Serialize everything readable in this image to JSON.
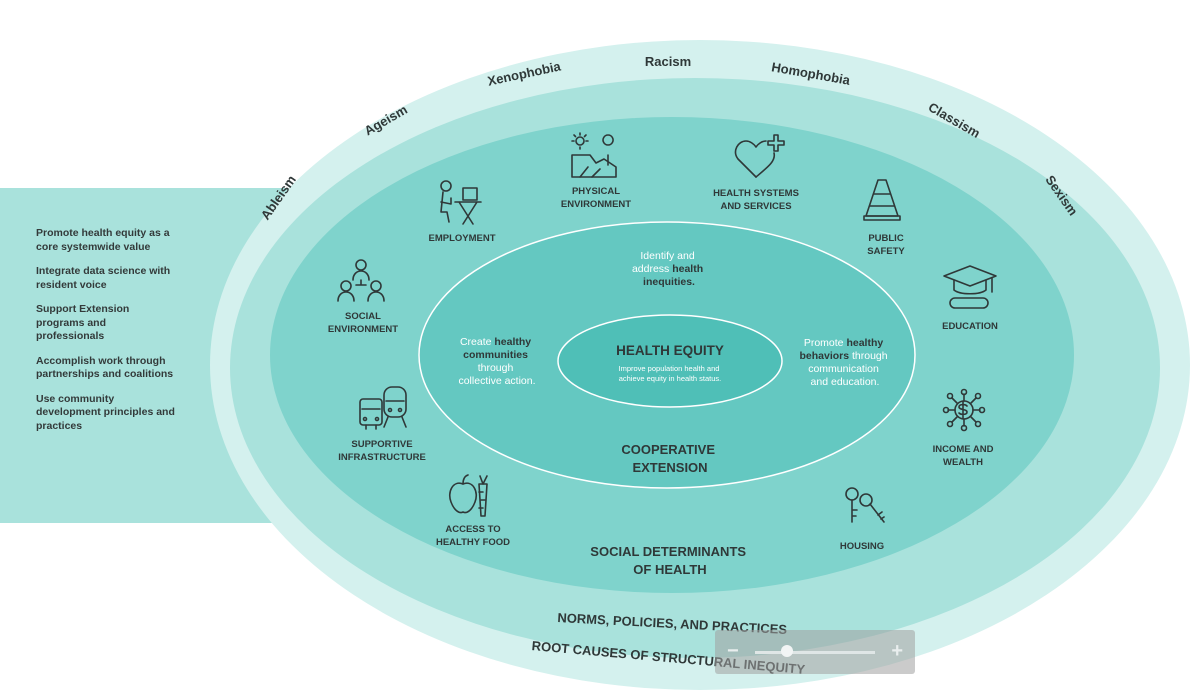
{
  "colors": {
    "outer_ring": "#d4f1ee",
    "norms_ring": "#a9e2dc",
    "sdoh_ring": "#7fd3cc",
    "extension_ring": "#64c8c1",
    "center": "#4fbfb7",
    "side_tab": "#a9e2dc",
    "text_dark": "#2f3838",
    "text_white": "#ffffff"
  },
  "side_panel": {
    "items": [
      "Promote health equity as a core systemwide value",
      "Integrate data science with resident voice",
      "Support Extension programs and professionals",
      "Accomplish work through partnerships and coalitions",
      "Use community development principles and practices"
    ]
  },
  "outer_ring": {
    "isms": [
      "Ableism",
      "Ageism",
      "Xenophobia",
      "Racism",
      "Homophobia",
      "Classism",
      "Sexism"
    ],
    "bottom_label": "ROOT CAUSES OF STRUCTURAL INEQUITY"
  },
  "norms_ring": {
    "label": "NORMS, POLICIES, AND PRACTICES"
  },
  "sdoh_ring": {
    "label_line1": "SOCIAL DETERMINANTS",
    "label_line2": "OF HEALTH",
    "determinants": [
      {
        "lines": [
          "PHYSICAL",
          "ENVIRONMENT"
        ],
        "icon": "landscape-icon"
      },
      {
        "lines": [
          "HEALTH SYSTEMS",
          "AND SERVICES"
        ],
        "icon": "heart-plus-icon"
      },
      {
        "lines": [
          "EMPLOYMENT"
        ],
        "icon": "worker-desk-icon"
      },
      {
        "lines": [
          "PUBLIC",
          "SAFETY"
        ],
        "icon": "traffic-cone-icon"
      },
      {
        "lines": [
          "SOCIAL",
          "ENVIRONMENT"
        ],
        "icon": "people-group-icon"
      },
      {
        "lines": [
          "EDUCATION"
        ],
        "icon": "graduation-cap-icon"
      },
      {
        "lines": [
          "SUPPORTIVE",
          "INFRASTRUCTURE"
        ],
        "icon": "bus-train-icon"
      },
      {
        "lines": [
          "INCOME AND",
          "WEALTH"
        ],
        "icon": "dollar-network-icon"
      },
      {
        "lines": [
          "ACCESS TO",
          "HEALTHY FOOD"
        ],
        "icon": "apple-carrot-icon"
      },
      {
        "lines": [
          "HOUSING"
        ],
        "icon": "keys-icon"
      }
    ]
  },
  "extension_ring": {
    "label_line1": "COOPERATIVE",
    "label_line2": "EXTENSION",
    "top_text": {
      "l1": "Identify and",
      "l2_a": "address ",
      "l2_b": "health",
      "l3": "inequities."
    },
    "left_text": {
      "l1_a": "Create ",
      "l1_b": "healthy",
      "l2": "communities",
      "l3": "through",
      "l4": "collective action."
    },
    "right_text": {
      "l1_a": "Promote ",
      "l1_b": "healthy",
      "l2_a": "behaviors",
      "l2_b": " through",
      "l3": "communication",
      "l4": "and education."
    }
  },
  "center": {
    "title": "HEALTH EQUITY",
    "line1": "Improve population health and",
    "line2": "achieve equity in health status."
  },
  "zoom_control": {
    "minus": "−",
    "plus": "+"
  }
}
